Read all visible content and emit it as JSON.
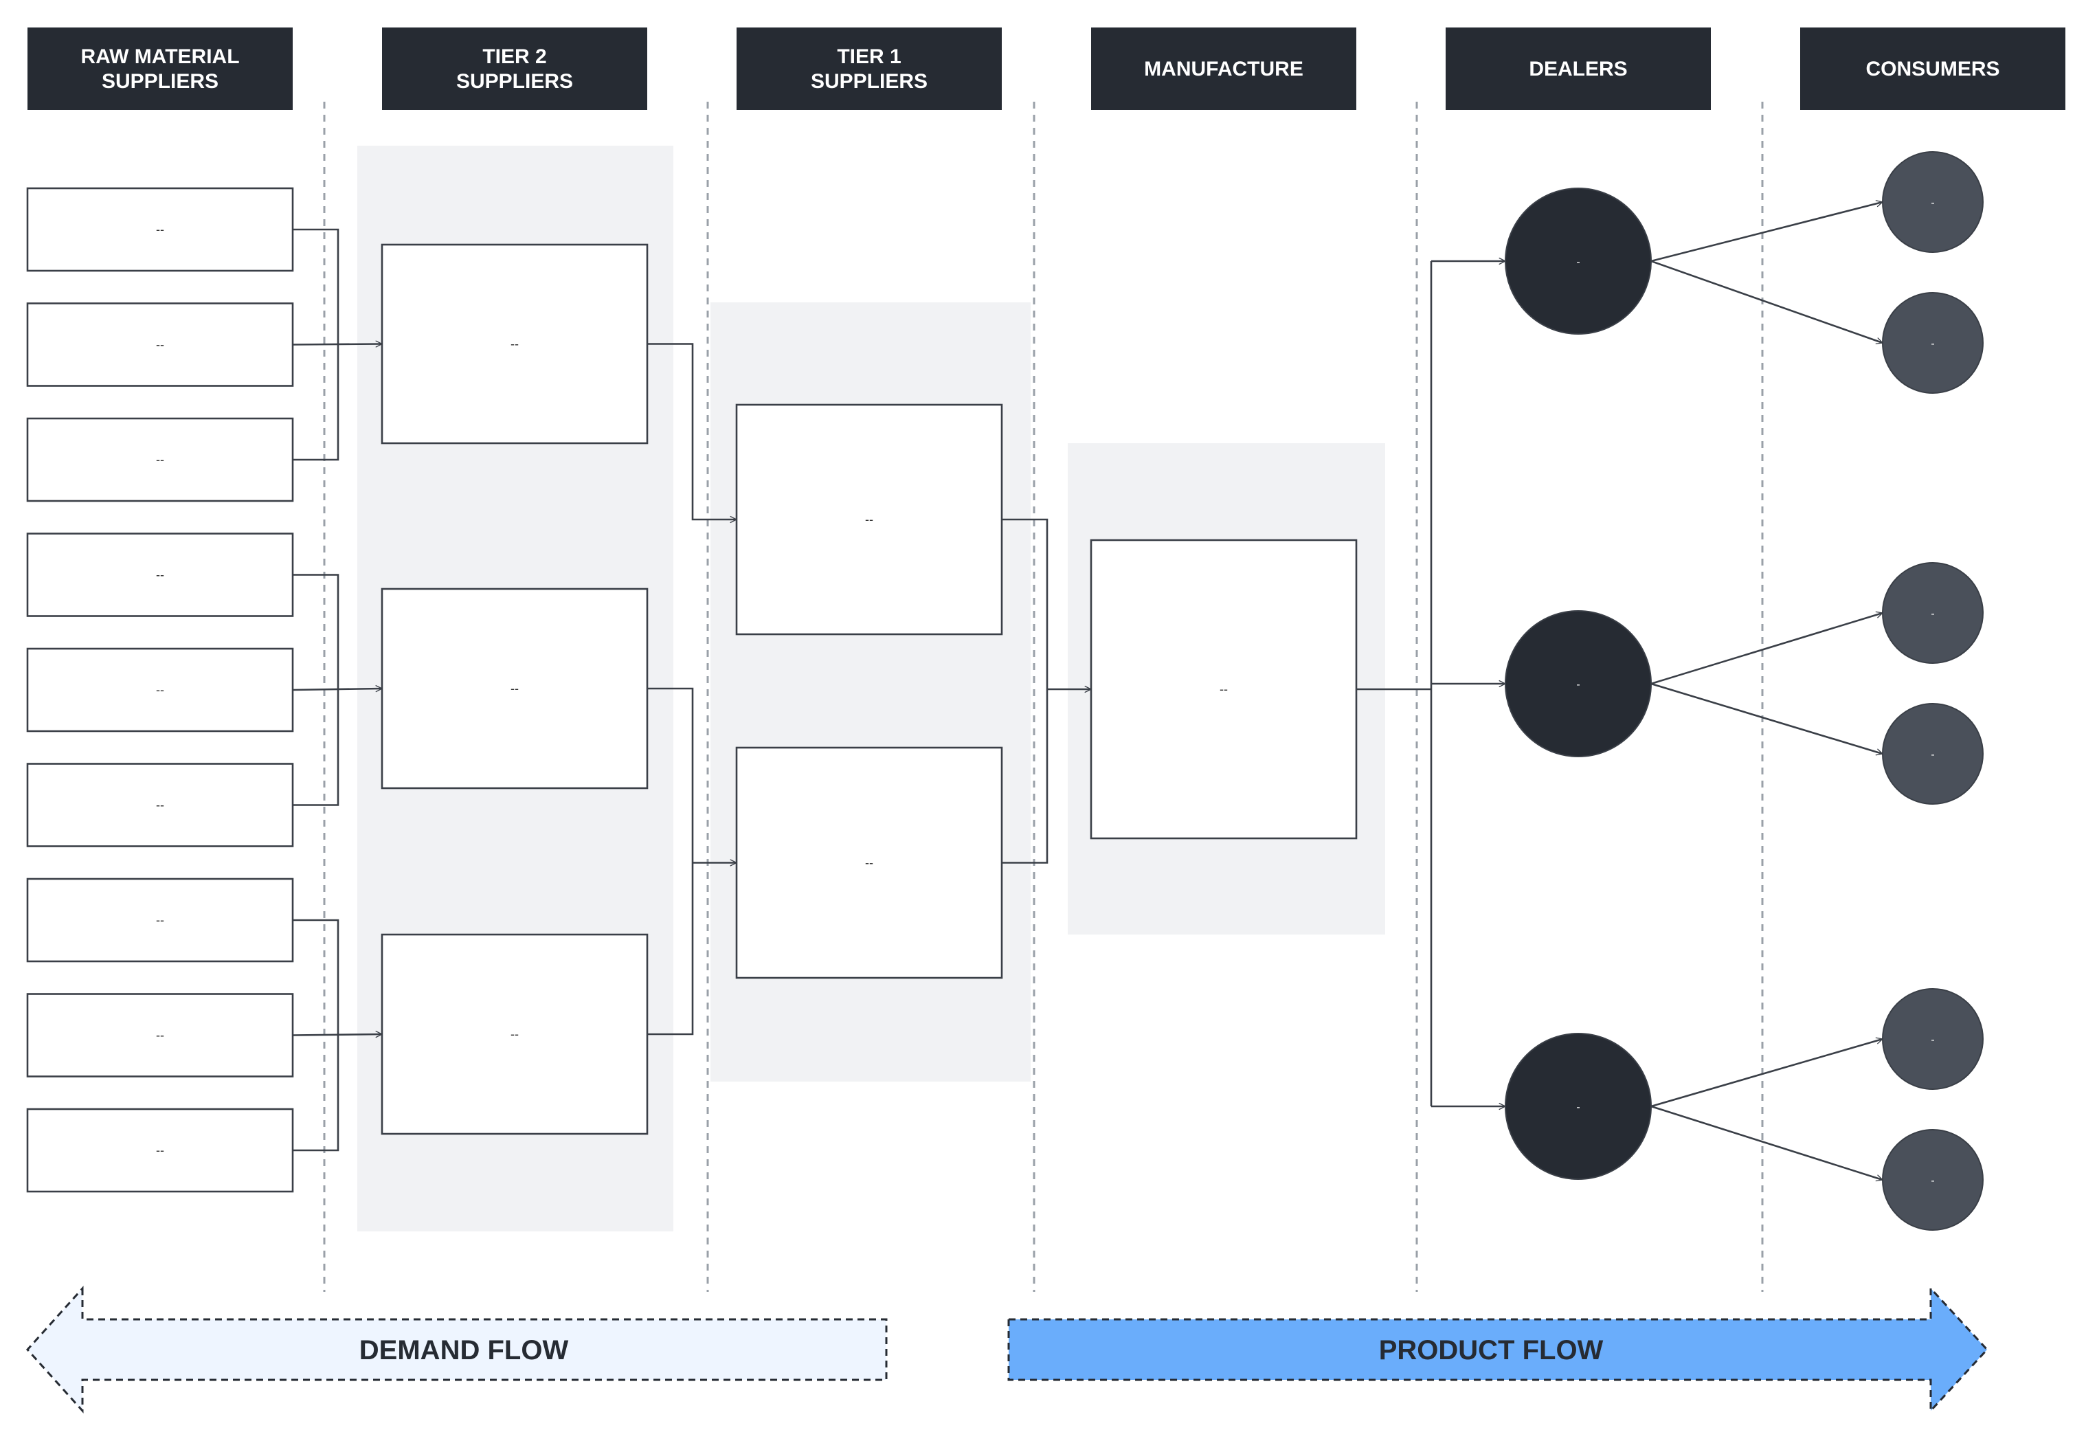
{
  "headers": [
    {
      "id": "raw",
      "lines": [
        "RAW MATERIAL",
        "SUPPLIERS"
      ]
    },
    {
      "id": "tier2",
      "lines": [
        "TIER 2",
        "SUPPLIERS"
      ]
    },
    {
      "id": "tier1",
      "lines": [
        "TIER 1",
        "SUPPLIERS"
      ]
    },
    {
      "id": "manufacture",
      "lines": [
        "MANUFACTURE"
      ]
    },
    {
      "id": "dealers",
      "lines": [
        "DEALERS"
      ]
    },
    {
      "id": "consumers",
      "lines": [
        "CONSUMERS"
      ]
    }
  ],
  "raw_suppliers": [
    "--",
    "--",
    "--",
    "--",
    "--",
    "--",
    "--",
    "--",
    "--"
  ],
  "tier2_suppliers": [
    "--",
    "--",
    "--"
  ],
  "tier1_suppliers": [
    "--",
    "--"
  ],
  "manufacture": [
    "--"
  ],
  "dealers": [
    "-",
    "-",
    "-"
  ],
  "consumers": [
    "-",
    "-",
    "-",
    "-",
    "-",
    "-"
  ],
  "flows": {
    "demand_label": "DEMAND FLOW",
    "product_label": "PRODUCT FLOW"
  },
  "colors": {
    "header_bg": "#262b33",
    "zone_bg": "#f1f2f4",
    "line": "#3a3f47",
    "divider": "#9aa0a8",
    "dealer_fill": "#262b33",
    "consumer_fill": "#4a505a",
    "demand_fill": "#eef5ff",
    "product_fill": "#6aadfb"
  }
}
